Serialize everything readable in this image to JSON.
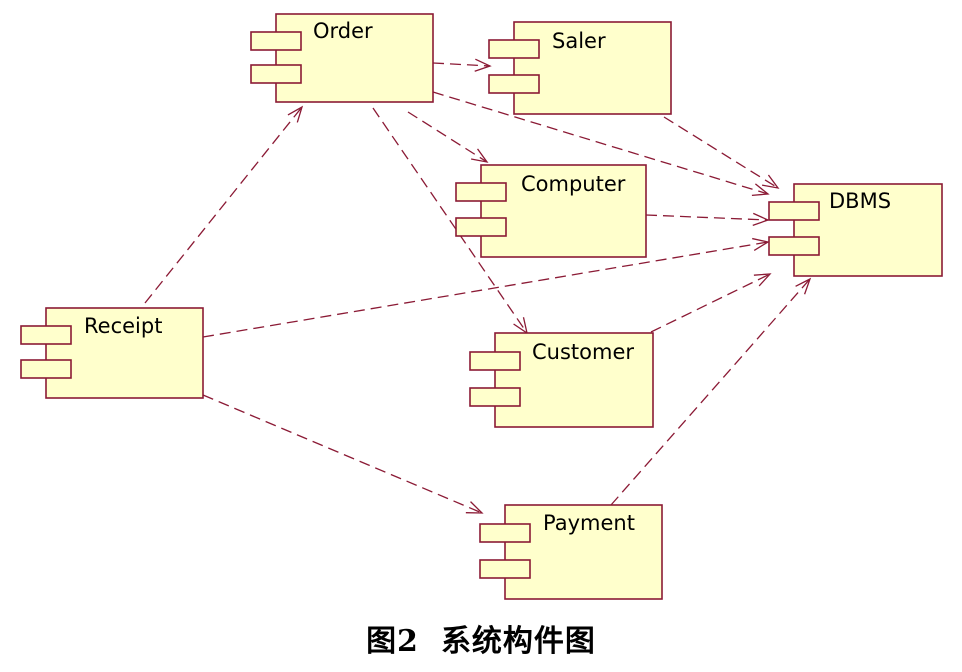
{
  "caption": {
    "figure_number": "图2",
    "title": "系统构件图"
  },
  "colors": {
    "component_fill": "#ffffcc",
    "component_stroke": "#8b1a35",
    "dependency_stroke": "#8b1a35",
    "text": "#000000"
  },
  "components": [
    {
      "id": "order",
      "label": "Order"
    },
    {
      "id": "saler",
      "label": "Saler"
    },
    {
      "id": "computer",
      "label": "Computer"
    },
    {
      "id": "dbms",
      "label": "DBMS"
    },
    {
      "id": "receipt",
      "label": "Receipt"
    },
    {
      "id": "customer",
      "label": "Customer"
    },
    {
      "id": "payment",
      "label": "Payment"
    }
  ],
  "dependencies": [
    {
      "from": "order",
      "to": "saler"
    },
    {
      "from": "order",
      "to": "computer"
    },
    {
      "from": "order",
      "to": "customer"
    },
    {
      "from": "order",
      "to": "dbms"
    },
    {
      "from": "saler",
      "to": "dbms"
    },
    {
      "from": "computer",
      "to": "dbms"
    },
    {
      "from": "customer",
      "to": "dbms"
    },
    {
      "from": "payment",
      "to": "dbms"
    },
    {
      "from": "receipt",
      "to": "order"
    },
    {
      "from": "receipt",
      "to": "dbms"
    },
    {
      "from": "receipt",
      "to": "payment"
    }
  ]
}
